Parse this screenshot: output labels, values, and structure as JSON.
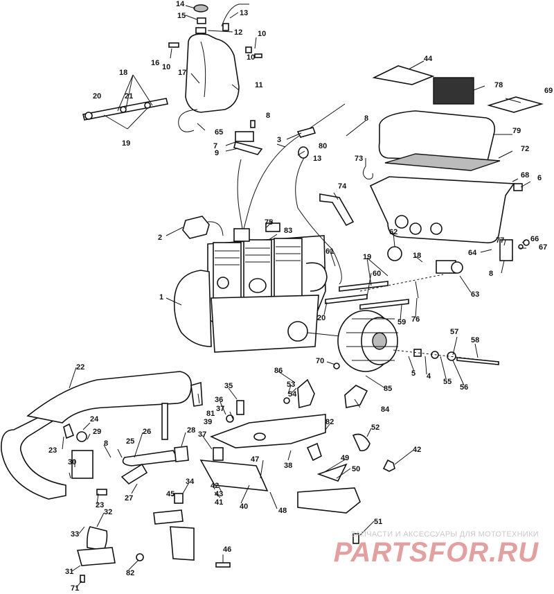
{
  "callouts": [
    {
      "id": "c14",
      "text": "14"
    },
    {
      "id": "c15",
      "text": "15"
    },
    {
      "id": "c13a",
      "text": "13"
    },
    {
      "id": "c12",
      "text": "12"
    },
    {
      "id": "c10a",
      "text": "10"
    },
    {
      "id": "c16",
      "text": "16"
    },
    {
      "id": "c10b",
      "text": "10"
    },
    {
      "id": "c10c",
      "text": "10"
    },
    {
      "id": "c17",
      "text": "17"
    },
    {
      "id": "c11",
      "text": "11"
    },
    {
      "id": "c18",
      "text": "18"
    },
    {
      "id": "c20a",
      "text": "20"
    },
    {
      "id": "c21",
      "text": "21"
    },
    {
      "id": "c19a",
      "text": "19"
    },
    {
      "id": "c8a",
      "text": "8"
    },
    {
      "id": "c65",
      "text": "65"
    },
    {
      "id": "c7",
      "text": "7"
    },
    {
      "id": "c9",
      "text": "9"
    },
    {
      "id": "c3",
      "text": "3"
    },
    {
      "id": "c80",
      "text": "80"
    },
    {
      "id": "c13b",
      "text": "13"
    },
    {
      "id": "c8b",
      "text": "8"
    },
    {
      "id": "c44",
      "text": "44"
    },
    {
      "id": "c78",
      "text": "78"
    },
    {
      "id": "c69",
      "text": "69"
    },
    {
      "id": "c79",
      "text": "79"
    },
    {
      "id": "c72",
      "text": "72"
    },
    {
      "id": "c73",
      "text": "73"
    },
    {
      "id": "c74",
      "text": "74"
    },
    {
      "id": "c68",
      "text": "68"
    },
    {
      "id": "c6",
      "text": "6"
    },
    {
      "id": "c2",
      "text": "2"
    },
    {
      "id": "c75",
      "text": "75"
    },
    {
      "id": "c83",
      "text": "83"
    },
    {
      "id": "c62",
      "text": "62"
    },
    {
      "id": "c66",
      "text": "66"
    },
    {
      "id": "c67",
      "text": "67"
    },
    {
      "id": "c77",
      "text": "77"
    },
    {
      "id": "c64",
      "text": "64"
    },
    {
      "id": "c8c",
      "text": "8"
    },
    {
      "id": "c61",
      "text": "61"
    },
    {
      "id": "c19b",
      "text": "19"
    },
    {
      "id": "c18b",
      "text": "18"
    },
    {
      "id": "c60",
      "text": "60"
    },
    {
      "id": "c63",
      "text": "63"
    },
    {
      "id": "c1",
      "text": "1"
    },
    {
      "id": "c20b",
      "text": "20"
    },
    {
      "id": "c59",
      "text": "59"
    },
    {
      "id": "c76",
      "text": "76"
    },
    {
      "id": "c57",
      "text": "57"
    },
    {
      "id": "c58",
      "text": "58"
    },
    {
      "id": "c5",
      "text": "5"
    },
    {
      "id": "c4",
      "text": "4"
    },
    {
      "id": "c55",
      "text": "55"
    },
    {
      "id": "c56",
      "text": "56"
    },
    {
      "id": "c70",
      "text": "70"
    },
    {
      "id": "c86",
      "text": "86"
    },
    {
      "id": "c85",
      "text": "85"
    },
    {
      "id": "c53",
      "text": "53"
    },
    {
      "id": "c54",
      "text": "54"
    },
    {
      "id": "c84",
      "text": "84"
    },
    {
      "id": "c22",
      "text": "22"
    },
    {
      "id": "c35",
      "text": "35"
    },
    {
      "id": "c36",
      "text": "36"
    },
    {
      "id": "c37a",
      "text": "37"
    },
    {
      "id": "c81",
      "text": "81"
    },
    {
      "id": "c39",
      "text": "39"
    },
    {
      "id": "c24",
      "text": "24"
    },
    {
      "id": "c29",
      "text": "29"
    },
    {
      "id": "c23a",
      "text": "23"
    },
    {
      "id": "c8d",
      "text": "8"
    },
    {
      "id": "c25",
      "text": "25"
    },
    {
      "id": "c26",
      "text": "26"
    },
    {
      "id": "c28",
      "text": "28"
    },
    {
      "id": "c37b",
      "text": "37"
    },
    {
      "id": "c82a",
      "text": "82"
    },
    {
      "id": "c52",
      "text": "52"
    },
    {
      "id": "c42a",
      "text": "42"
    },
    {
      "id": "c38",
      "text": "38"
    },
    {
      "id": "c30",
      "text": "30"
    },
    {
      "id": "c27",
      "text": "27"
    },
    {
      "id": "c47",
      "text": "47"
    },
    {
      "id": "c49",
      "text": "49"
    },
    {
      "id": "c50",
      "text": "50"
    },
    {
      "id": "c34",
      "text": "34"
    },
    {
      "id": "c42b",
      "text": "42"
    },
    {
      "id": "c43",
      "text": "43"
    },
    {
      "id": "c41",
      "text": "41"
    },
    {
      "id": "c40",
      "text": "40"
    },
    {
      "id": "c48",
      "text": "48"
    },
    {
      "id": "c23b",
      "text": "23"
    },
    {
      "id": "c32",
      "text": "32"
    },
    {
      "id": "c45",
      "text": "45"
    },
    {
      "id": "c33",
      "text": "33"
    },
    {
      "id": "c51",
      "text": "51"
    },
    {
      "id": "c46",
      "text": "46"
    },
    {
      "id": "c31",
      "text": "31"
    },
    {
      "id": "c82b",
      "text": "82"
    },
    {
      "id": "c71",
      "text": "71"
    }
  ],
  "watermark": {
    "caption": "ЗАПЧАСТИ И АКСЕССУАРЫ ДЛЯ МОТОТЕХНИКИ",
    "logo": "PARTSFOR.RU",
    "color": "#e3a0a0"
  }
}
